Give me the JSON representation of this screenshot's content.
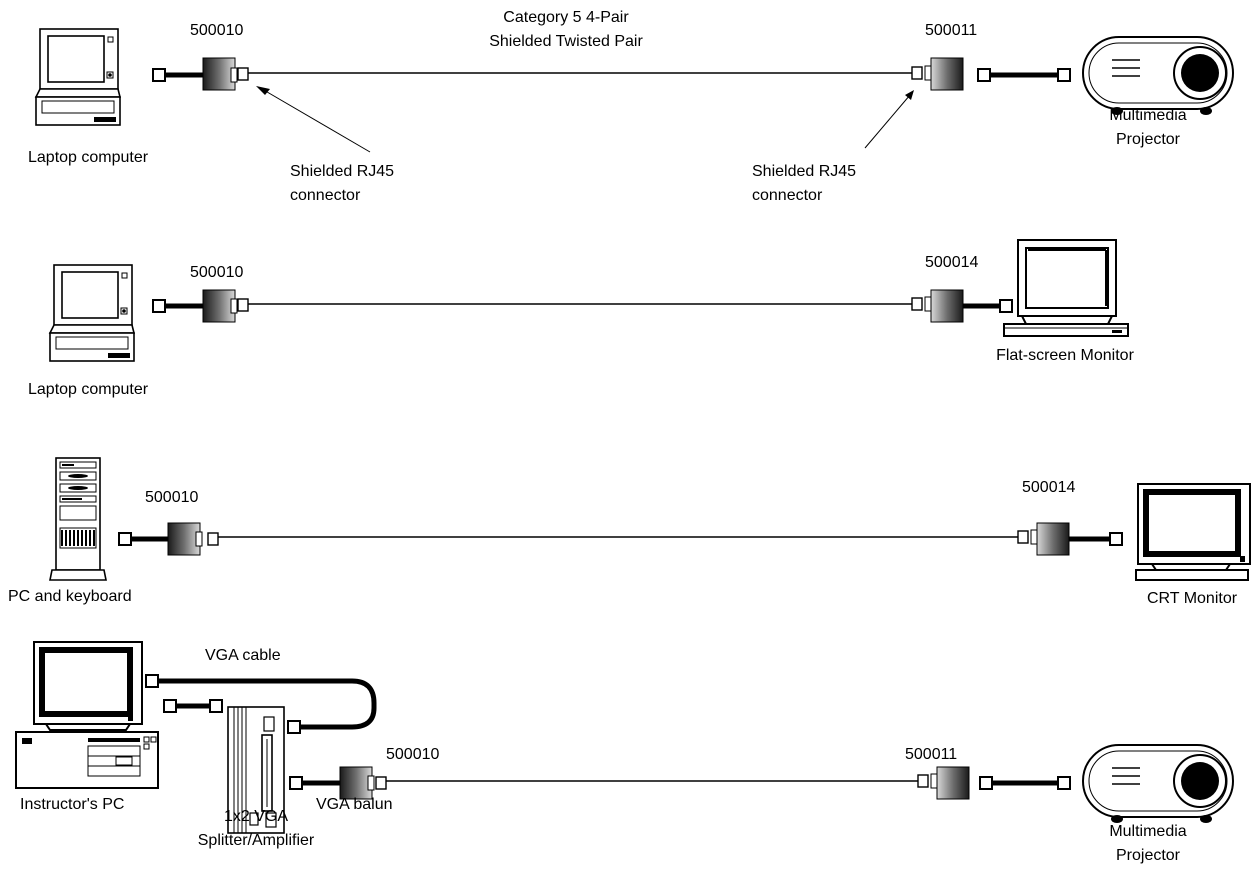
{
  "row1": {
    "source_label": "Laptop computer",
    "tx_part": "500010",
    "cable_label_line1": "Category 5 4-Pair",
    "cable_label_line2": "Shielded Twisted Pair",
    "rx_part": "500011",
    "dest_label_line1": "Multimedia",
    "dest_label_line2": "Projector",
    "callout_left_line1": "Shielded RJ45",
    "callout_left_line2": "connector",
    "callout_right_line1": "Shielded RJ45",
    "callout_right_line2": "connector"
  },
  "row2": {
    "source_label": "Laptop computer",
    "tx_part": "500010",
    "rx_part": "500014",
    "dest_label": "Flat-screen Monitor"
  },
  "row3": {
    "source_label": "PC and keyboard",
    "tx_part": "500010",
    "rx_part": "500014",
    "dest_label": "CRT Monitor"
  },
  "row4": {
    "source_label": "Instructor's PC",
    "vga_cable_label": "VGA cable",
    "splitter_label_line1": "1x2 VGA",
    "splitter_label_line2": "Splitter/Amplifier",
    "balun_label": "VGA balun",
    "tx_part": "500010",
    "rx_part": "500011",
    "dest_label_line1": "Multimedia",
    "dest_label_line2": "Projector"
  }
}
